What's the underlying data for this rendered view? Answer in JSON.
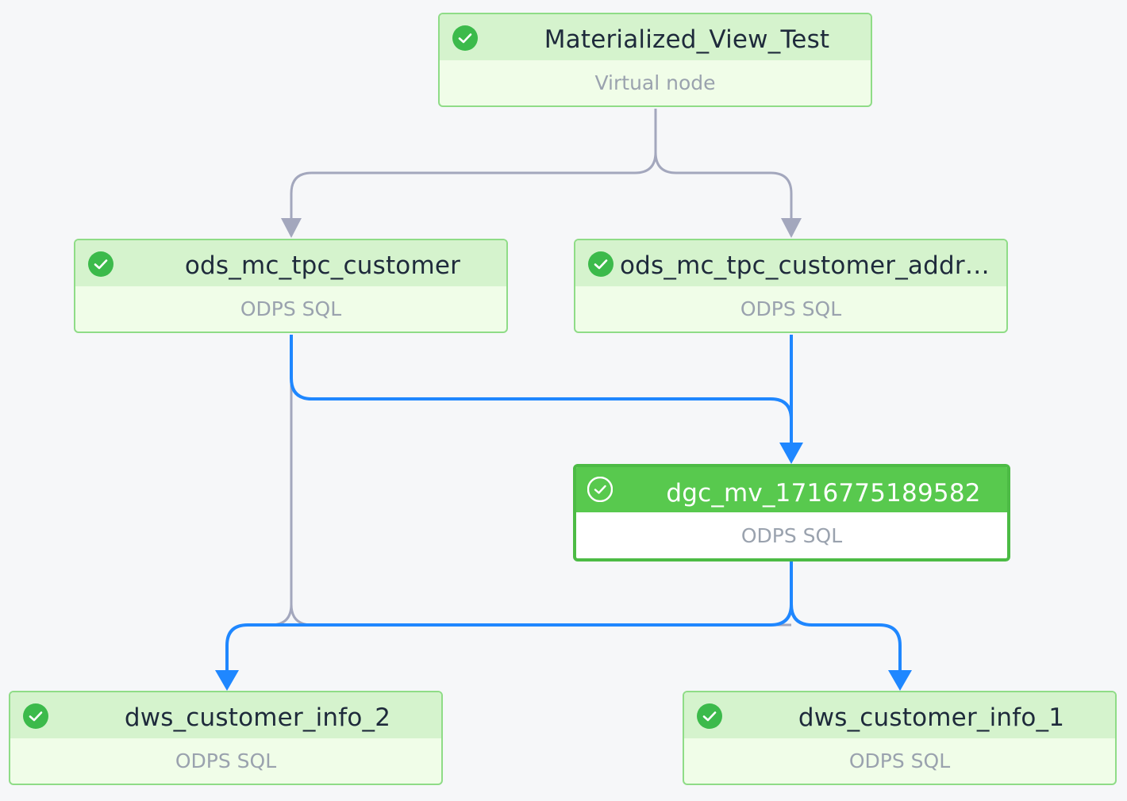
{
  "nodes": {
    "materialized_view_test": {
      "title": "Materialized_View_Test",
      "subtitle": "Virtual node"
    },
    "ods_customer": {
      "title": "ods_mc_tpc_customer",
      "subtitle": "ODPS SQL"
    },
    "ods_customer_addr": {
      "title": "ods_mc_tpc_customer_addr…",
      "subtitle": "ODPS SQL"
    },
    "dgc_mv": {
      "title": "dgc_mv_1716775189582",
      "subtitle": "ODPS SQL",
      "selected": true
    },
    "dws_info_2": {
      "title": "dws_customer_info_2",
      "subtitle": "ODPS SQL"
    },
    "dws_info_1": {
      "title": "dws_customer_info_1",
      "subtitle": "ODPS SQL"
    }
  },
  "status_icon": "check-circle-icon",
  "colors": {
    "background": "#f6f7f9",
    "node_border": "#8fdc87",
    "node_header": "#d5f3cd",
    "node_body": "#f0fde8",
    "selected_header": "#58c94e",
    "selected_border": "#4cbb45",
    "status_green": "#3cba4b",
    "edge_gray": "#a3a7bd",
    "edge_highlight": "#1f87ff"
  }
}
